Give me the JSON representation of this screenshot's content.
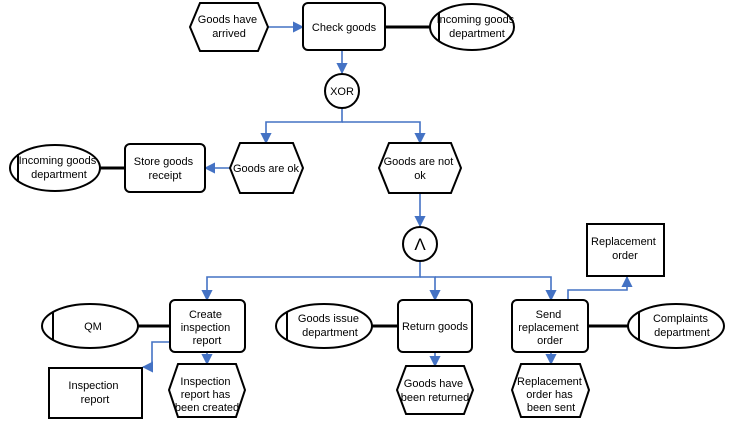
{
  "nodes": {
    "ev_goods_arrived": {
      "kind": "event",
      "lines": [
        "Goods have",
        "arrived"
      ]
    },
    "fn_check_goods": {
      "kind": "function",
      "lines": [
        "Check goods"
      ]
    },
    "org_incoming_top": {
      "kind": "org",
      "lines": [
        "Incoming goods",
        "department"
      ]
    },
    "xor": {
      "kind": "connector",
      "lines": [
        "XOR"
      ]
    },
    "ev_goods_ok": {
      "kind": "event",
      "lines": [
        "Goods are ok"
      ]
    },
    "ev_goods_not_ok": {
      "kind": "event",
      "lines": [
        "Goods are not",
        "ok"
      ]
    },
    "fn_store_receipt": {
      "kind": "function",
      "lines": [
        "Store goods",
        "receipt"
      ]
    },
    "org_incoming_left": {
      "kind": "org",
      "lines": [
        "Incoming goods",
        "department"
      ]
    },
    "and": {
      "kind": "connector",
      "lines": [
        "Λ"
      ]
    },
    "doc_replacement_order": {
      "kind": "document",
      "lines": [
        "Replacement",
        "order"
      ]
    },
    "org_qm": {
      "kind": "org",
      "lines": [
        "QM"
      ]
    },
    "fn_create_report": {
      "kind": "function",
      "lines": [
        "Create",
        "inspection",
        "report"
      ]
    },
    "org_goods_issue": {
      "kind": "org",
      "lines": [
        "Goods issue",
        "department"
      ]
    },
    "fn_return_goods": {
      "kind": "function",
      "lines": [
        "Return goods"
      ]
    },
    "fn_send_replacement": {
      "kind": "function",
      "lines": [
        "Send",
        "replacement",
        "order"
      ]
    },
    "org_complaints": {
      "kind": "org",
      "lines": [
        "Complaints",
        "department"
      ]
    },
    "doc_inspection_report": {
      "kind": "document",
      "lines": [
        "Inspection",
        "report"
      ]
    },
    "ev_report_created": {
      "kind": "event",
      "lines": [
        "Inspection",
        "report has",
        "been created"
      ]
    },
    "ev_goods_returned": {
      "kind": "event",
      "lines": [
        "Goods have",
        "been returned"
      ]
    },
    "ev_order_sent": {
      "kind": "event",
      "lines": [
        "Replacement",
        "order has",
        "been sent"
      ]
    }
  },
  "colors": {
    "flow": "#4472c4",
    "stroke": "#000000",
    "fill": "#ffffff"
  }
}
